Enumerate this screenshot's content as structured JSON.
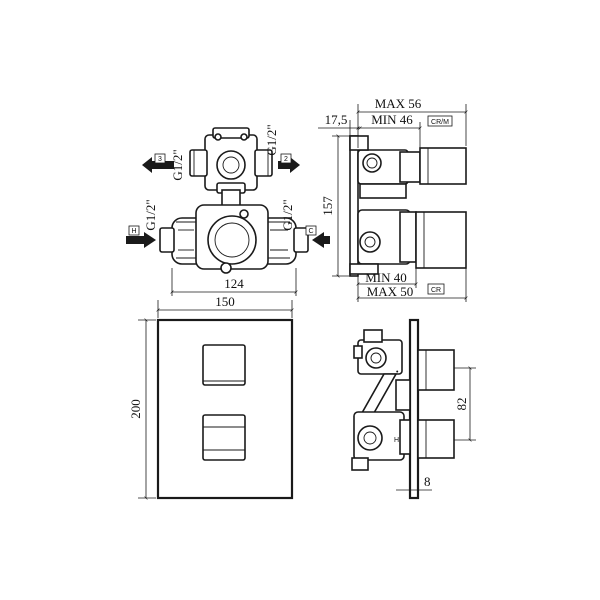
{
  "top_view": {
    "thread_labels": [
      "G1/2\"",
      "G1/2\"",
      "G1/2\"",
      "G1/2\""
    ],
    "port_labels": {
      "upper_left": "3",
      "upper_right": "2",
      "lower_left": "H",
      "lower_right": "C"
    },
    "width_dim": "124"
  },
  "side_view_top": {
    "max_upper": "MAX 56",
    "offset": "17,5",
    "min_upper": "MIN 46",
    "finish_upper": "CR/M",
    "height_dim": "157",
    "min_lower": "MIN 40",
    "max_lower": "MAX 50",
    "finish_lower": "CR"
  },
  "front_view": {
    "width_dim": "150",
    "height_dim": "200"
  },
  "side_view_bottom": {
    "spacing_dim": "82",
    "plate_dim": "8"
  }
}
